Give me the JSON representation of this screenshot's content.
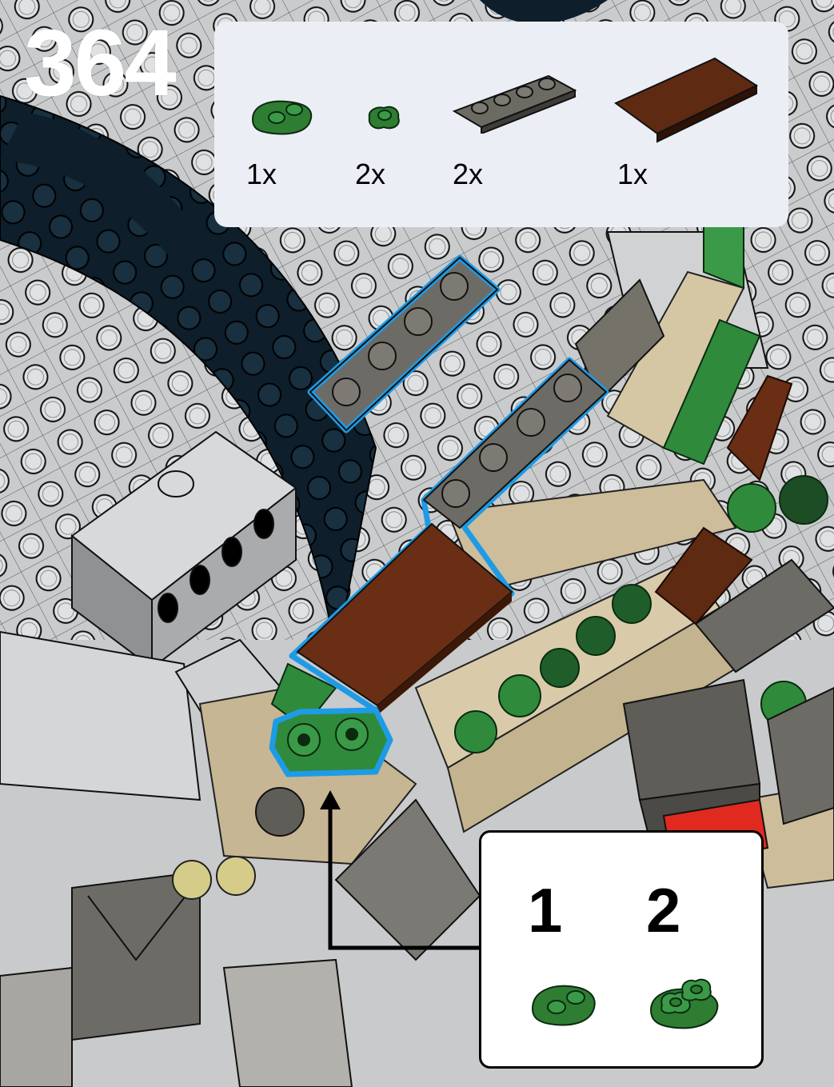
{
  "step": {
    "number": "364"
  },
  "parts": [
    {
      "qty": "1x",
      "icon": "green-1x2-plate-with-rounded-ends-icon",
      "color": "#2e7d32"
    },
    {
      "qty": "2x",
      "icon": "green-1x1-round-plate-with-leaves-icon",
      "color": "#2e7d32"
    },
    {
      "qty": "2x",
      "icon": "dark-gray-1x4-plate-icon",
      "color": "#6b6b63"
    },
    {
      "qty": "1x",
      "icon": "reddish-brown-2x4-tile-icon",
      "color": "#5e2a12"
    }
  ],
  "sub_steps": [
    {
      "number": "1",
      "icon": "green-1x2-rounded-plate-icon"
    },
    {
      "number": "2",
      "icon": "green-rounded-plate-with-two-leaf-plates-icon"
    }
  ],
  "colors": {
    "highlight": "#1e9be6",
    "light_gray": "#c8cacc",
    "dark_navy": "#0e1e2a",
    "tan": "#cdbd9b",
    "dark_gray": "#6d6b65",
    "green": "#2f8a3c",
    "reddish_brown": "#6a2e14",
    "red": "#e02a20",
    "parts_box_bg": "#eceef6"
  }
}
